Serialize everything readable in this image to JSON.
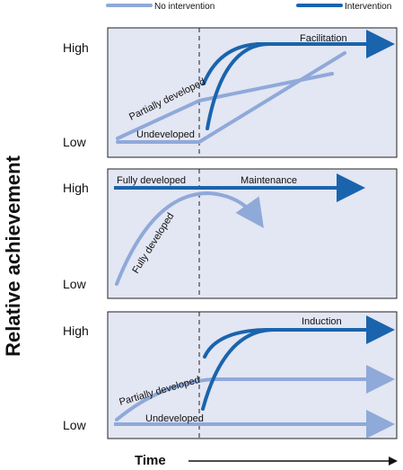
{
  "legend": {
    "no_intervention": "No intervention",
    "intervention": "Intervention"
  },
  "y_axis_title": "Relative achievement",
  "x_axis_title": "Time",
  "colors": {
    "no_intervention": "#8fa9d9",
    "intervention": "#1a64ad",
    "panel_fill": "#e3e6f3",
    "panel_border": "#222222"
  },
  "panels": [
    {
      "high": "High",
      "low": "Low",
      "curve_labels": [
        "Partially developed",
        "Undeveloped"
      ],
      "intervention_label": "Facilitation"
    },
    {
      "high": "High",
      "low": "Low",
      "curve_labels": [
        "Fully developed",
        "Fully developed"
      ],
      "intervention_label": "Maintenance"
    },
    {
      "high": "High",
      "low": "Low",
      "curve_labels": [
        "Partially developed",
        "Undeveloped"
      ],
      "intervention_label": "Induction"
    }
  ]
}
